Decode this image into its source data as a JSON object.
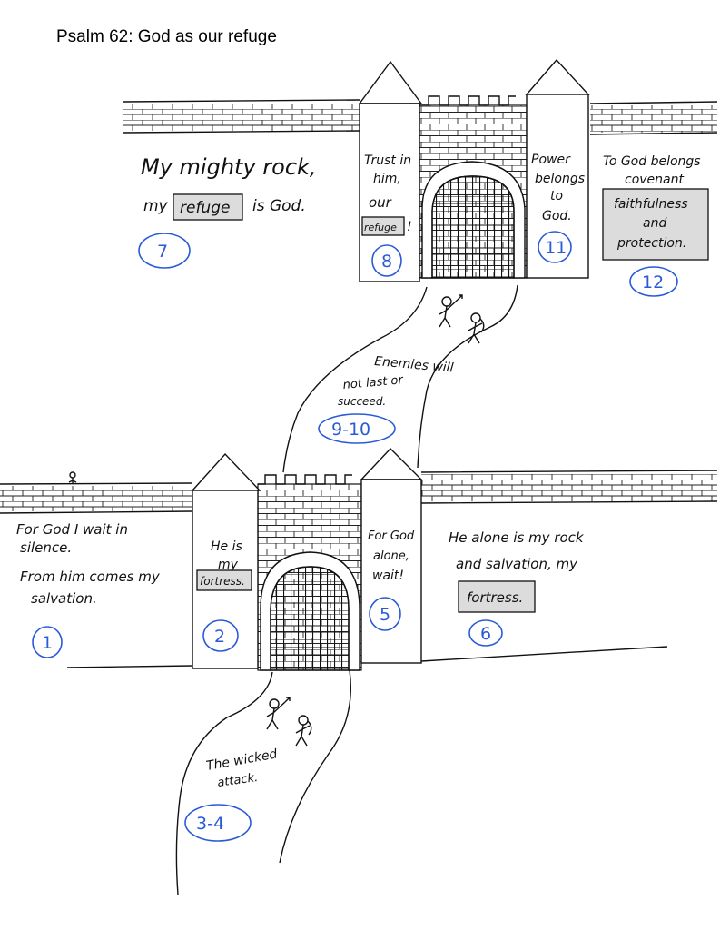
{
  "title": "Psalm 62: God as our refuge",
  "upper_castle": {
    "left_text": {
      "line1": "My mighty rock,",
      "line2_pre": "my",
      "boxed": "refuge",
      "line2_post": "is God.",
      "verse": "7"
    },
    "left_tower": {
      "lines": [
        "Trust in",
        "him,",
        "our"
      ],
      "boxed": "refuge",
      "suffix": "!",
      "verse": "8"
    },
    "right_tower": {
      "lines": [
        "Power",
        "belongs",
        "to",
        "God."
      ],
      "verse": "11"
    },
    "right_text": {
      "line1": "To God belongs",
      "line2": "covenant",
      "boxed_lines": [
        "faithfulness",
        "and",
        "protection."
      ],
      "verse": "12"
    }
  },
  "middle_path": {
    "lines": [
      "Enemies will",
      "not last or",
      "succeed."
    ],
    "verse": "9-10"
  },
  "lower_castle": {
    "left_text": {
      "lines": [
        "For God I wait in",
        "silence.",
        "From him comes my",
        "salvation."
      ],
      "verse": "1"
    },
    "left_tower": {
      "lines": [
        "He is",
        "my"
      ],
      "boxed": "fortress.",
      "verse": "2"
    },
    "right_tower": {
      "lines": [
        "For God",
        "alone,",
        "wait!"
      ],
      "verse": "5"
    },
    "right_text": {
      "line1": "He alone is my rock",
      "line2": "and salvation, my",
      "boxed": "fortress.",
      "verse": "6"
    }
  },
  "lower_path": {
    "lines": [
      "The wicked",
      "attack."
    ],
    "verse": "3-4"
  }
}
